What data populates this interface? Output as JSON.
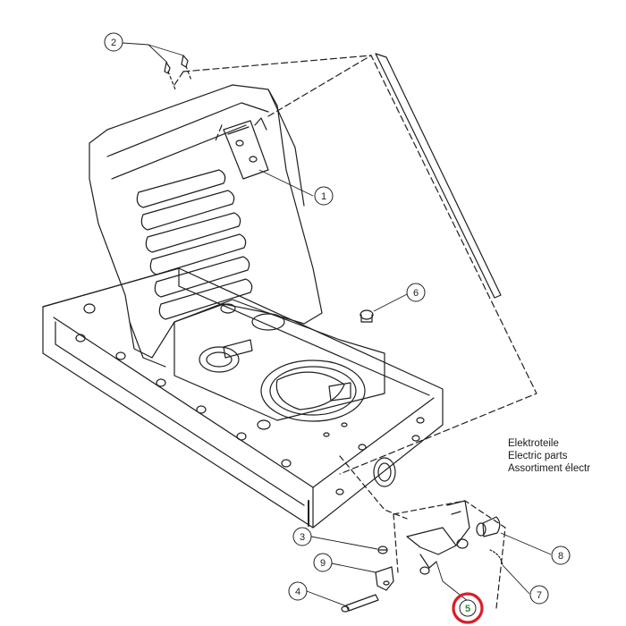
{
  "callouts": {
    "c1": "1",
    "c2": "2",
    "c3": "3",
    "c4": "4",
    "c5": "5",
    "c6": "6",
    "c7": "7",
    "c8": "8",
    "c9": "9"
  },
  "note": {
    "line1": "Elektroteile",
    "line2": "Electric parts",
    "line3": "Assortiment électr"
  },
  "colors": {
    "line": "#1f1f1f",
    "highlight": "#d81e2a",
    "highlight_label": "#2e8b3a"
  }
}
